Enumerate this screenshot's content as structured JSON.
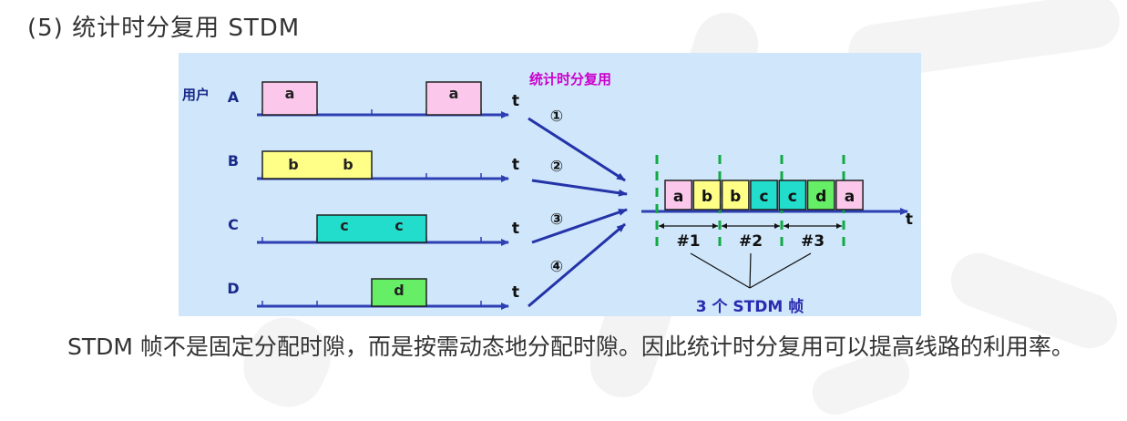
{
  "heading": "(5) 统计时分复用 STDM",
  "diagram": {
    "colors": {
      "background": "#cfe6fb",
      "axis": "#2d3fb2",
      "arrow": "#2433a8",
      "title": "#cc00cc",
      "dash": "#11aa44",
      "a": "#fbc8ec",
      "b": "#ffff88",
      "c": "#22ddcc",
      "d": "#66ee66"
    },
    "title": "统计时分复用",
    "user_label": "用户",
    "t_label": "t",
    "users": [
      {
        "name": "A",
        "slots": [
          {
            "label": "a"
          },
          {
            "label": "a"
          }
        ]
      },
      {
        "name": "B",
        "slots": [
          {
            "label": "b"
          },
          {
            "label": "b"
          }
        ]
      },
      {
        "name": "C",
        "slots": [
          {
            "label": "c"
          },
          {
            "label": "c"
          }
        ]
      },
      {
        "name": "D",
        "slots": [
          {
            "label": "d"
          }
        ]
      }
    ],
    "arrow_numbers": [
      "①",
      "②",
      "③",
      "④"
    ],
    "frame_sequence": [
      "a",
      "b",
      "b",
      "c",
      "c",
      "d",
      "a"
    ],
    "frame_labels": [
      "#1",
      "#2",
      "#3"
    ],
    "caption": "3 个 STDM 帧"
  },
  "paragraph": "STDM 帧不是固定分配时隙，而是按需动态地分配时隙。因此统计时分复用可以提高线路的利用率。"
}
